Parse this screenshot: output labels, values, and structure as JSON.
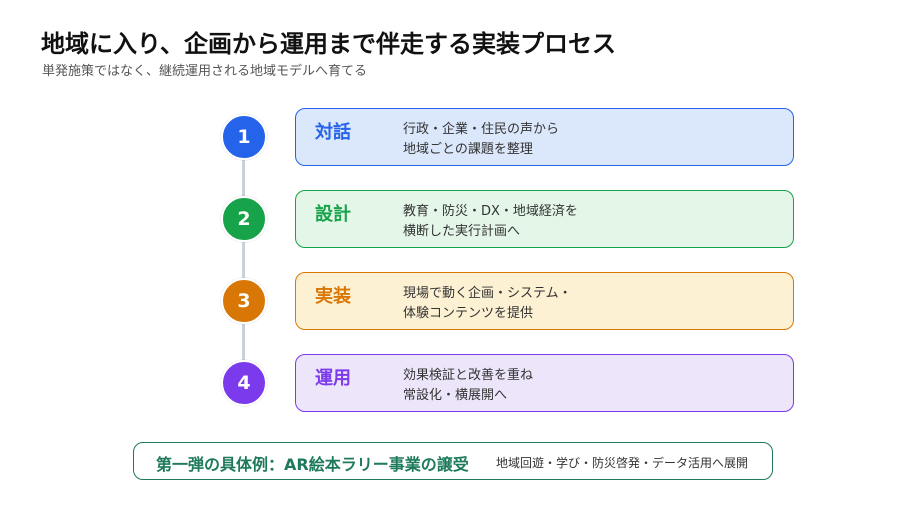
{
  "header": {
    "title": "地域に入り、企画から運用まで伴走する実装プロセス",
    "subtitle": "単発施策ではなく、継続運用される地域モデルへ育てる"
  },
  "steps": [
    {
      "number": "1",
      "title": "対話",
      "lines": [
        "行政・企業・住民の声から",
        "地域ごとの課題を整理"
      ],
      "accent": "#2563eb",
      "card_bg": "#dbe7fb",
      "card_border": "#2563eb"
    },
    {
      "number": "2",
      "title": "設計",
      "lines": [
        "教育・防災・DX・地域経済を",
        "横断した実行計画へ"
      ],
      "accent": "#16a34a",
      "card_bg": "#e3f6e7",
      "card_border": "#16a34a"
    },
    {
      "number": "3",
      "title": "実装",
      "lines": [
        "現場で動く企画・システム・",
        "体験コンテンツを提供"
      ],
      "accent": "#d97706",
      "card_bg": "#fdf1d4",
      "card_border": "#d97706"
    },
    {
      "number": "4",
      "title": "運用",
      "lines": [
        "効果検証と改善を重ね",
        "常設化・横展開へ"
      ],
      "accent": "#7c3aed",
      "card_bg": "#ede6fb",
      "card_border": "#7c3aed"
    }
  ],
  "banner": {
    "main": "第一弾の具体例：AR絵本ラリー事業の譲受",
    "sub": "地域回遊・学び・防災啓発・データ活用へ展開",
    "accent": "#1f7a5c"
  }
}
